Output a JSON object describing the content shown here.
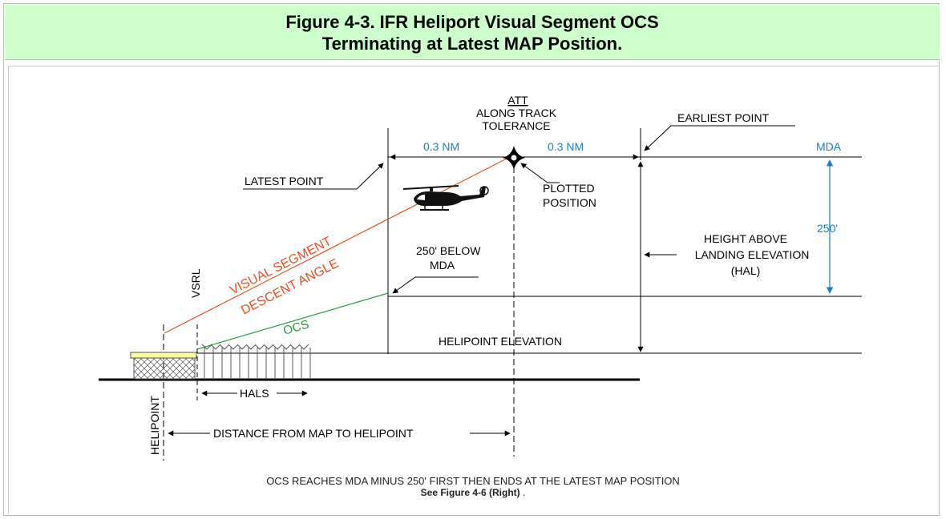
{
  "figure": {
    "title_line1": "Figure 4-3.  IFR Heliport Visual Segment OCS",
    "title_line2": "Terminating at Latest MAP Position."
  },
  "labels": {
    "att": "ATT",
    "along_track": "ALONG TRACK",
    "tolerance": "TOLERANCE",
    "earliest_point": "EARLIEST POINT",
    "latest_point": "LATEST POINT",
    "nm_left": "0.3 NM",
    "nm_right": "0.3 NM",
    "mda": "MDA",
    "plotted": "PLOTTED",
    "position": "POSITION",
    "height_above": "HEIGHT ABOVE",
    "landing_elevation": "LANDING ELEVATION",
    "hal": "(HAL)",
    "ft_250": "250'",
    "below_250": "250' BELOW",
    "below_mda": "MDA",
    "visual_segment": "VISUAL SEGMENT",
    "descent_angle": "DESCENT ANGLE",
    "vsrl": "VSRL",
    "ocs": "OCS",
    "helipoint_elevation": "HELIPOINT ELEVATION",
    "helipoint": "HELIPOINT",
    "hals": "HALS",
    "distance": "DISTANCE FROM MAP TO HELIPOINT"
  },
  "caption": {
    "line1": "OCS REACHES MDA MINUS 250' FIRST THEN ENDS AT THE LATEST MAP POSITION",
    "link": "See Figure 4-6 (Right)",
    "link_suffix": " ."
  },
  "colors": {
    "header_bg": "#ccffcc",
    "blue_text": "#1a7fc1",
    "visual_segment": "#e8501c",
    "ocs": "#2a9a3a",
    "pad": "#ffff99"
  }
}
